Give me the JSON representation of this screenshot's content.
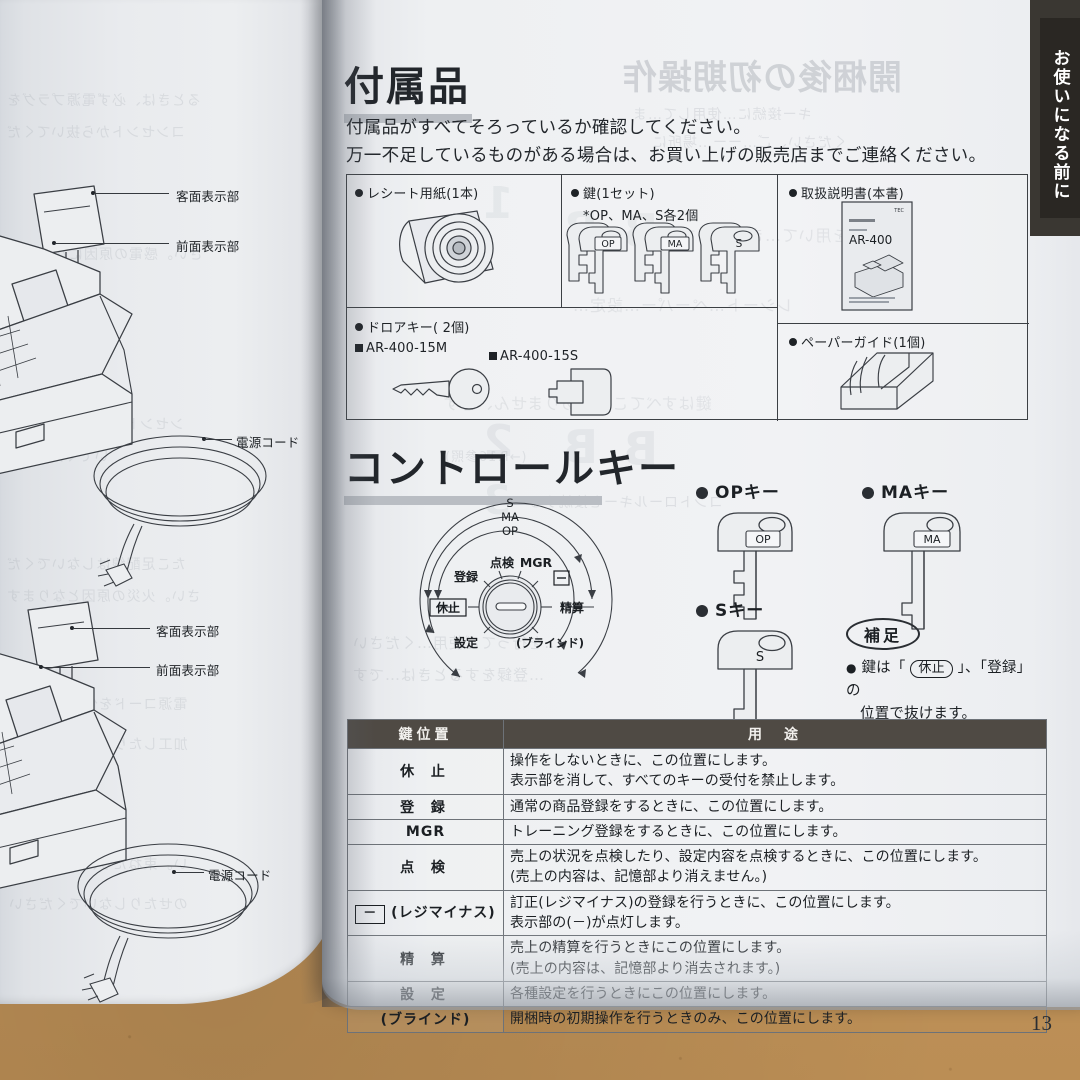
{
  "page": {
    "number": "13",
    "side_tab_label": "お使いになる前に"
  },
  "right_page": {
    "section1": {
      "heading": "付属品",
      "intro_line1": "付属品がすべてそろっているか確認してください。",
      "intro_line2": "万一不足しているものがある場合は、お買い上げの販売店までご連絡ください。",
      "accessories": [
        {
          "label": "レシート用紙(1本)",
          "sub": "",
          "icon": "paper-roll-icon"
        },
        {
          "label": "鍵(1セット)",
          "sub": "*OP、MA、S各2個",
          "icon": "key-set-icon"
        },
        {
          "label": "取扱説明書(本書)",
          "sub": "",
          "icon": "manual-book-icon",
          "cover_model": "AR-400",
          "cover_brand": "TEC"
        },
        {
          "label": "ドロアキー( 2個)",
          "sub": "AR-400-15M",
          "sub2": "AR-400-15S",
          "icon": "drawer-key-icon"
        },
        {
          "label": "ペーパーガイド(1個)",
          "sub": "",
          "icon": "paper-guide-icon"
        }
      ]
    },
    "section2": {
      "heading": "コントロールキー",
      "dial": {
        "outer_labels": [
          "S",
          "MA",
          "OP"
        ],
        "positions": [
          "点検",
          "MGR",
          "登録",
          "－",
          "休止",
          "精算",
          "設定",
          "(ブラインド)"
        ]
      },
      "key_cards": [
        {
          "title": "OPキー",
          "cap": "OP"
        },
        {
          "title": "MAキー",
          "cap": "MA"
        },
        {
          "title": "Sキー",
          "cap": "S"
        }
      ],
      "note": {
        "badge": "補足",
        "text_line1": "鍵は「 休止 」、「登録」の",
        "text_line2": "位置で抜けます。",
        "inline_box": "休止"
      },
      "table": {
        "headers": [
          "鍵位置",
          "用　途"
        ],
        "rows": [
          {
            "pos": "休 止",
            "use": [
              "操作をしないときに、この位置にします。",
              "表示部を消して、すべてのキーの受付を禁止します。"
            ]
          },
          {
            "pos": "登 録",
            "use": [
              "通常の商品登録をするときに、この位置にします。"
            ]
          },
          {
            "pos": "MGR",
            "use": [
              "トレーニング登録をするときに、この位置にします。"
            ]
          },
          {
            "pos": "点 検",
            "use": [
              "売上の状況を点検したり、設定内容を点検するときに、この位置にします。",
              "(売上の内容は、記憶部より消えません。)"
            ]
          },
          {
            "pos": "－ (レジマイナス)",
            "use": [
              "訂正(レジマイナス)の登録を行うときに、この位置にします。",
              "表示部の(－)が点灯します。"
            ]
          },
          {
            "pos": "精 算",
            "use": [
              "売上の精算を行うときにこの位置にします。",
              "(売上の内容は、記憶部より消去されます。)"
            ]
          },
          {
            "pos": "設 定",
            "use": [
              "各種設定を行うときにこの位置にします。"
            ]
          },
          {
            "pos": "(ブラインド)",
            "use": [
              "開梱時の初期操作を行うときのみ、この位置にします。"
            ]
          }
        ]
      }
    }
  },
  "left_page": {
    "callouts_top": [
      "客面表示部",
      "前面表示部",
      "電源コード"
    ],
    "callouts_bottom": [
      "客面表示部",
      "前面表示部",
      "電源コード"
    ]
  },
  "colors": {
    "page": "#eef0f2",
    "ink": "#1e2226",
    "table_header_bg": "#4f4a44",
    "tab_bg": "#2a2723",
    "desk": "#c2955c",
    "rule": "#b9bdc3"
  }
}
